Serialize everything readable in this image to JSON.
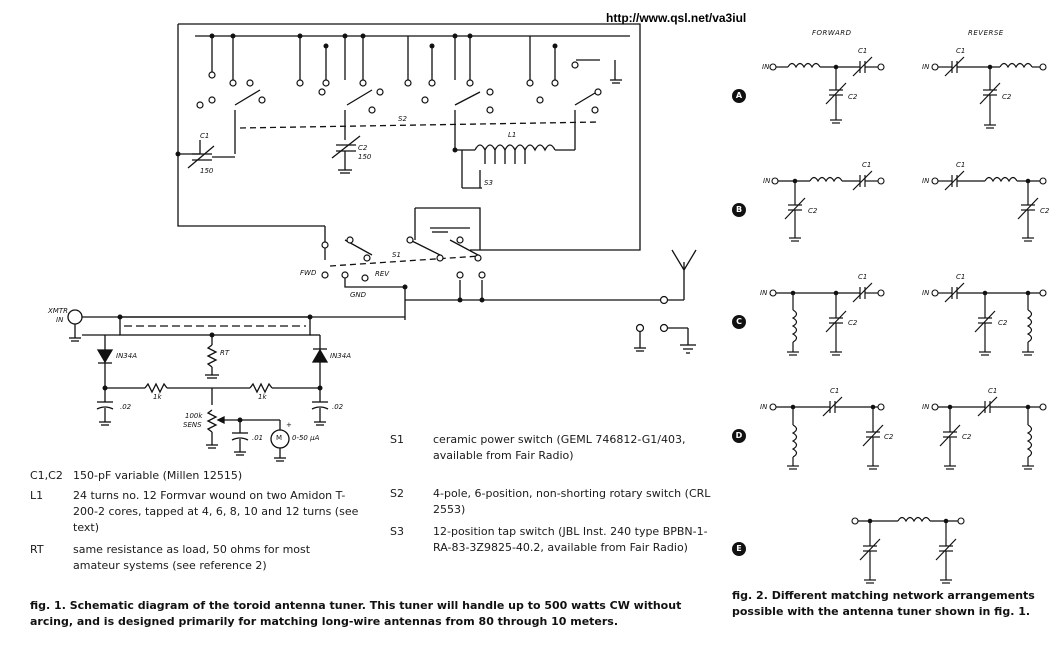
{
  "url": "http://www.qsl.net/va3iul",
  "schematic_labels": {
    "c1": "C1",
    "c1_val": "150",
    "c2": "C2",
    "c2_val": "150",
    "s2": "S2",
    "l1": "L1",
    "s3": "S3",
    "s1": "S1",
    "fwd": "FWD",
    "rev": "REV",
    "gnd": "GND",
    "xmtr": "XMTR",
    "in": "IN",
    "diode1": "IN34A",
    "diode2": "IN34A",
    "rt": "RT",
    "r1": "1k",
    "r2": "1k",
    "cap1": ".02",
    "cap2": ".02",
    "sens_val": "100k",
    "sens": "SENS",
    "cap3": ".01",
    "meter": "M",
    "meter_range": "0-50 μA",
    "plus": "+"
  },
  "parts_list": [
    {
      "key": "C1,C2",
      "desc": "150-pF variable (Millen 12515)"
    },
    {
      "key": "L1",
      "desc": "24 turns no. 12 Formvar wound on two Amidon T-200-2 cores, tapped at 4, 6, 8, 10 and 12 turns (see text)"
    },
    {
      "key": "RT",
      "desc": "same resistance as load, 50 ohms for most amateur systems (see reference 2)"
    },
    {
      "key": "S1",
      "desc": "ceramic power switch (GEML 746812-G1/403, available from Fair Radio)"
    },
    {
      "key": "S2",
      "desc": "4-pole, 6-position, non-shorting rotary switch (CRL 2553)"
    },
    {
      "key": "S3",
      "desc": "12-position tap switch (JBL Inst. 240 type BPBN-1-RA-83-3Z9825-40.2, available from Fair Radio)"
    }
  ],
  "fig1_caption": "fig. 1. Schematic diagram of the toroid antenna tuner. This tuner will handle up to 500 watts CW without arcing, and is designed primarily for matching long-wire antennas from 80 through 10 meters.",
  "fig2": {
    "forward": "FORWARD",
    "reverse": "REVERSE",
    "rows": [
      "A",
      "B",
      "C",
      "D",
      "E"
    ],
    "in_label": "IN",
    "c1": "C1",
    "c2": "C2",
    "caption": "fig. 2. Different matching network arrangements possible with the antenna tuner shown in fig. 1."
  }
}
